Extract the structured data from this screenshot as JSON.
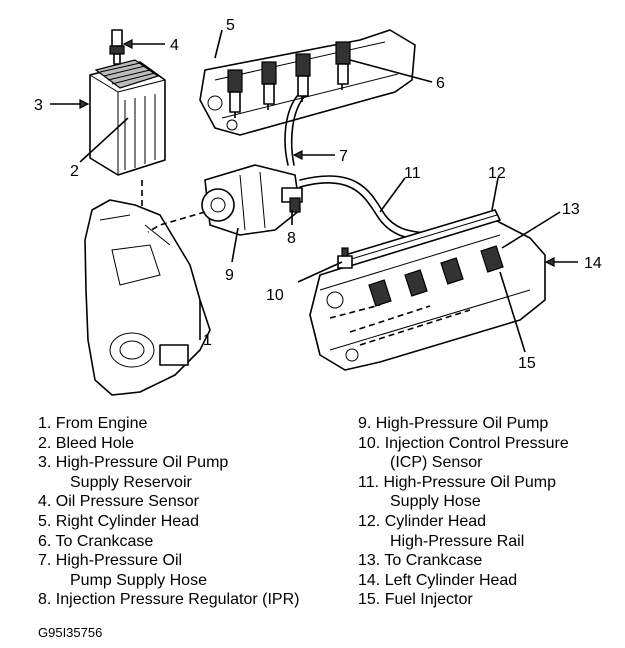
{
  "callouts": [
    "1",
    "2",
    "3",
    "4",
    "5",
    "6",
    "7",
    "8",
    "9",
    "10",
    "11",
    "12",
    "13",
    "14",
    "15"
  ],
  "legend": {
    "left": [
      {
        "line1": "1. From Engine"
      },
      {
        "line1": "2. Bleed Hole"
      },
      {
        "line1": "3. High-Pressure Oil Pump",
        "line2": "Supply Reservoir"
      },
      {
        "line1": "4. Oil Pressure Sensor"
      },
      {
        "line1": "5. Right Cylinder Head"
      },
      {
        "line1": "6. To Crankcase"
      },
      {
        "line1": "7. High-Pressure Oil",
        "line2": "Pump Supply Hose"
      },
      {
        "line1": "8. Injection Pressure Regulator (IPR)"
      }
    ],
    "right": [
      {
        "line1": "9. High-Pressure Oil Pump"
      },
      {
        "line1": "10. Injection Control Pressure",
        "line2": "(ICP) Sensor"
      },
      {
        "line1": "11. High-Pressure Oil Pump",
        "line2": "Supply Hose"
      },
      {
        "line1": "12. Cylinder Head",
        "line2": "High-Pressure Rail"
      },
      {
        "line1": "13. To Crankcase"
      },
      {
        "line1": "14. Left Cylinder Head"
      },
      {
        "line1": "15. Fuel Injector"
      }
    ]
  },
  "figure_id": "G95I35756"
}
